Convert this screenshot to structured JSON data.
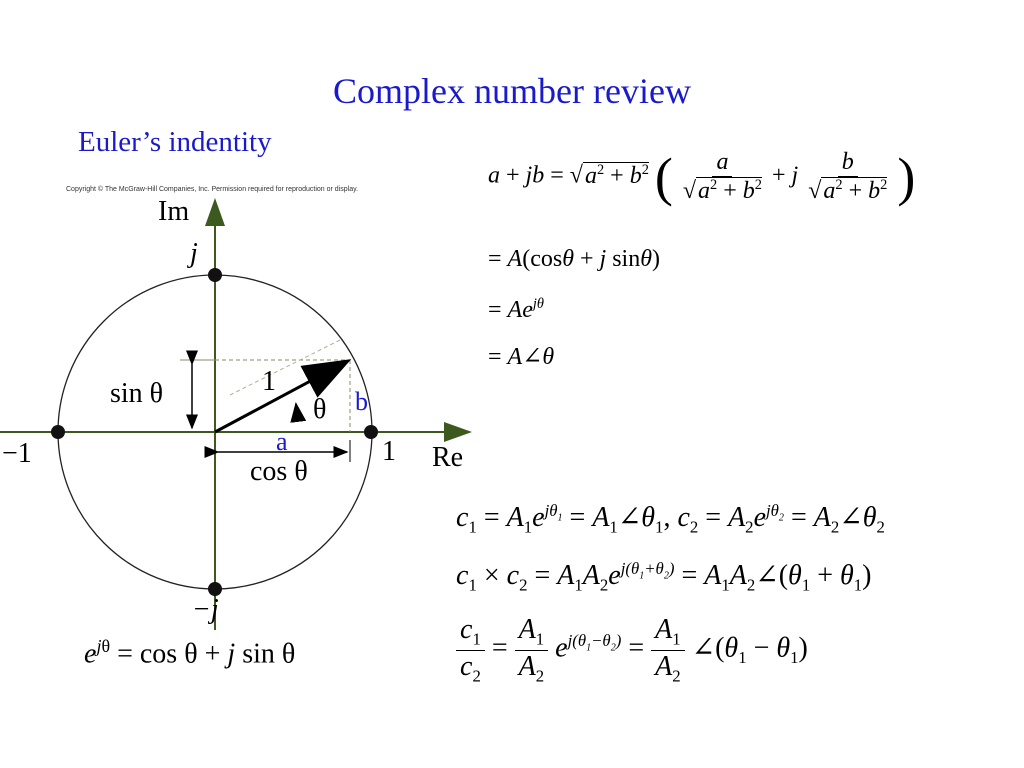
{
  "title": "Complex number review",
  "subtitle": "Euler’s indentity",
  "copyright": "Copyright © The McGraw-Hill Companies, Inc. Permission required for reproduction or display.",
  "diagram": {
    "im_label": "Im",
    "re_label": "Re",
    "j_label": "j",
    "neg_j_label": "−j",
    "one_label": "1",
    "neg_one_label": "−1",
    "radius_label": "1",
    "sin_label": "sin θ",
    "cos_label": "cos θ",
    "theta_label": "θ",
    "a_label": "a",
    "b_label": "b",
    "euler_formula": "e^{jθ} = cos θ + j sin θ"
  },
  "colors": {
    "title": "#1a1acc",
    "axis": "#3d5a1e",
    "ab_labels": "#1a1acc"
  }
}
